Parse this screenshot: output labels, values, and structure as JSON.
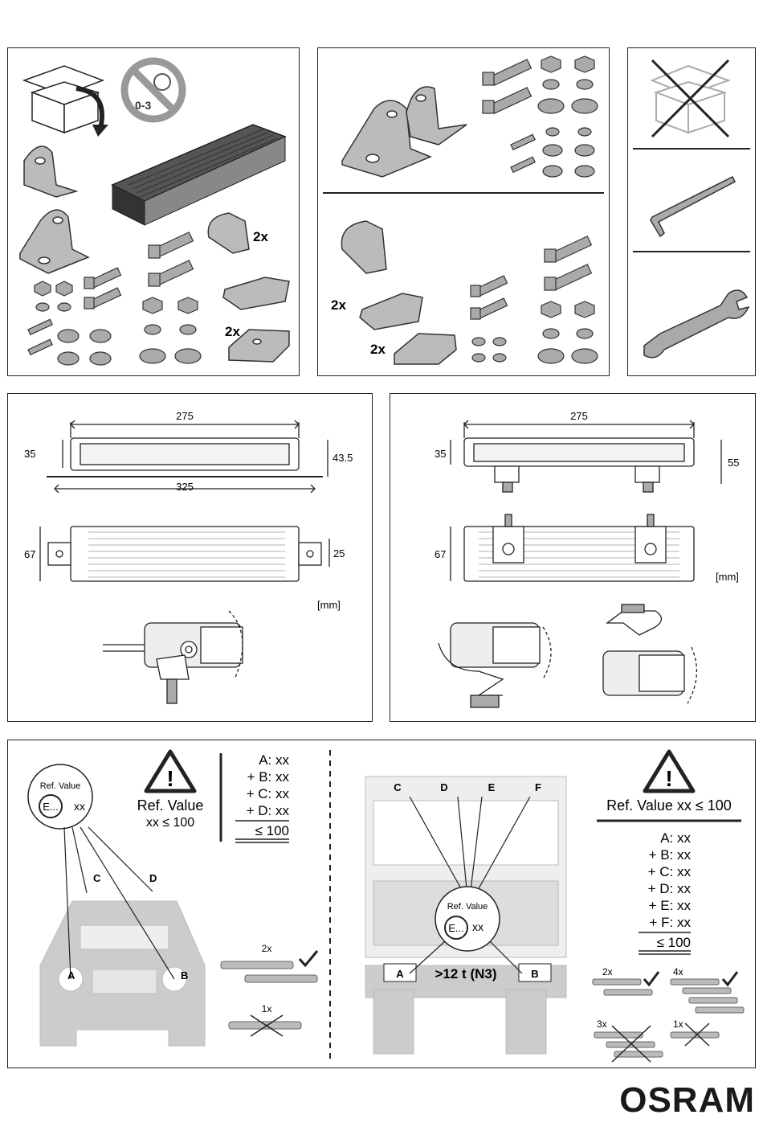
{
  "brand": "OSRAM",
  "top": {
    "age_warning": "0-3",
    "qty_bracket": "2x",
    "qty_nut": "2x",
    "qty_bracket_b": "2x",
    "qty_nut_b": "2x"
  },
  "dims": {
    "left": {
      "width_275": "275",
      "width_325": "325",
      "h35": "35",
      "h43_5": "43.5",
      "h67": "67",
      "h25": "25",
      "unit": "[mm]"
    },
    "right": {
      "width_275": "275",
      "h35": "35",
      "h55": "55",
      "h67": "67",
      "unit": "[mm]"
    }
  },
  "regulation": {
    "ref_value_label": "Ref. Value",
    "e_mark": "E...",
    "xx": "xx",
    "left_caption_1": "Ref. Value",
    "left_caption_2": "xx ≤ 100",
    "left_sum": [
      "A: xx",
      "+ B: xx",
      "+ C: xx",
      "+ D: xx",
      "≤ 100"
    ],
    "left_points": [
      "A",
      "B",
      "C",
      "D"
    ],
    "left_ok_qty": "2x",
    "left_bad_qty": "1x",
    "right_caption": "Ref. Value xx ≤ 100",
    "right_sum": [
      "A: xx",
      "+ B: xx",
      "+ C: xx",
      "+ D: xx",
      "+ E: xx",
      "+ F: xx",
      "≤ 100"
    ],
    "right_points_top": [
      "C",
      "D",
      "E",
      "F"
    ],
    "right_points_bottom": [
      "A",
      "B"
    ],
    "truck_class": ">12 t (N3)",
    "right_ok_qty_1": "2x",
    "right_ok_qty_2": "4x",
    "right_bad_qty_1": "3x",
    "right_bad_qty_2": "1x"
  }
}
